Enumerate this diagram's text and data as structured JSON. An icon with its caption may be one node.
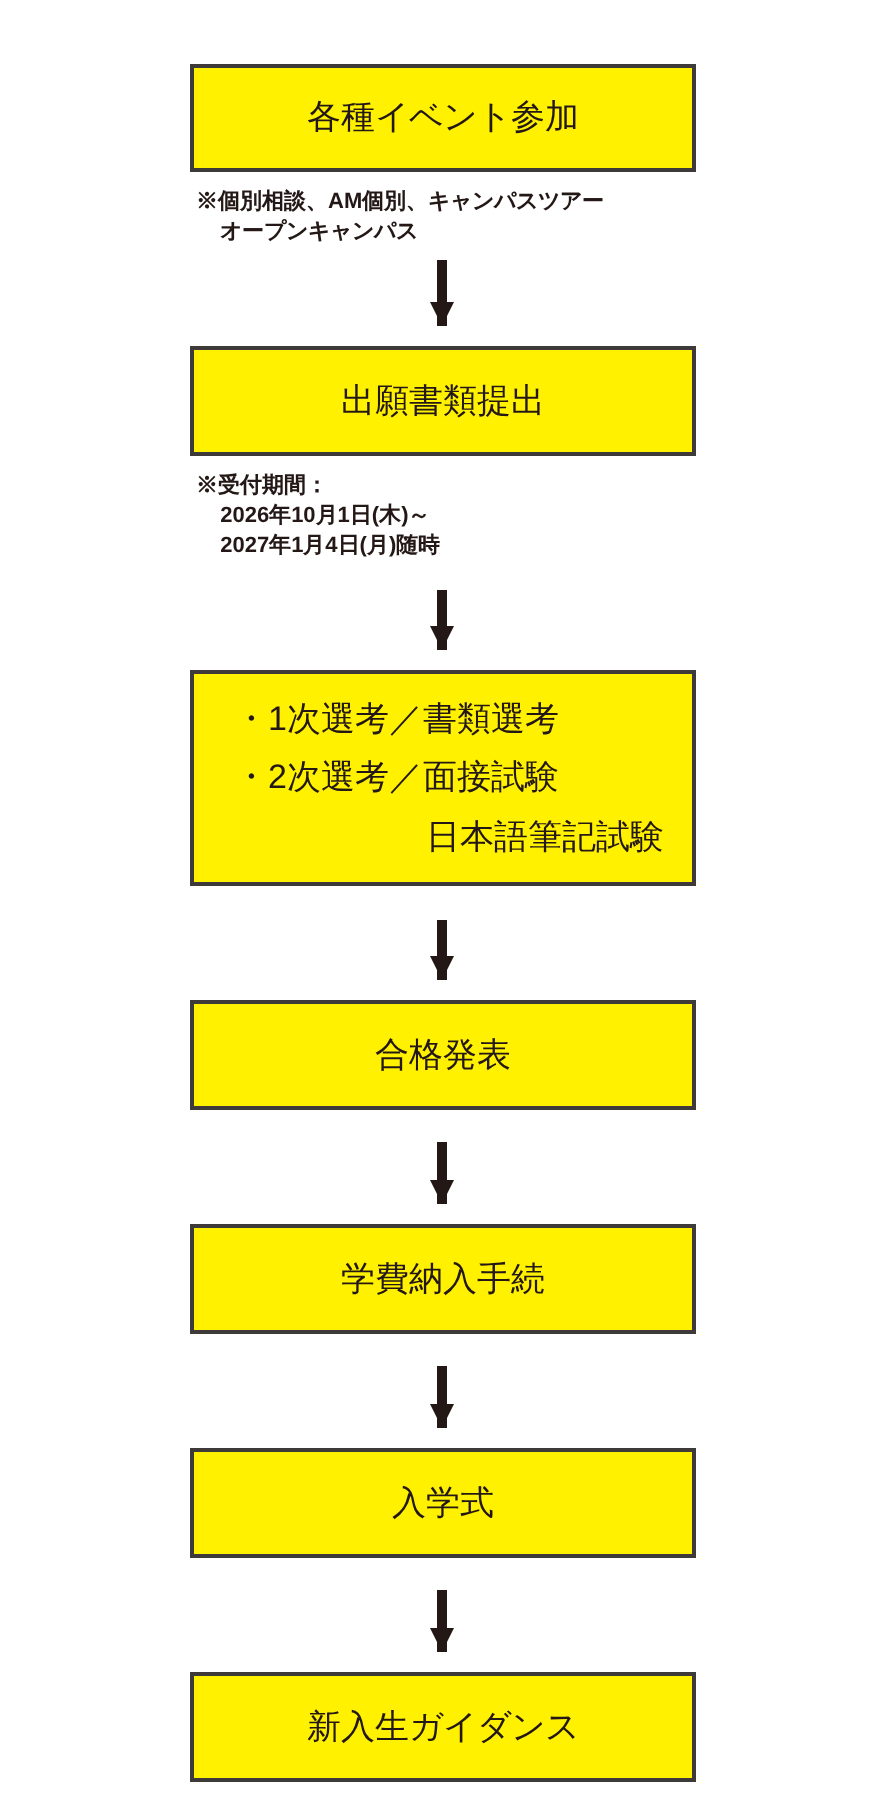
{
  "diagram": {
    "nodes": [
      {
        "text": [
          "各種イベント参加"
        ],
        "beside": [
          "※個別相談、AM個別、キャンパスツアーオープンキャンパス"
        ]
      },
      {
        "text": [
          "出願書類提出"
        ],
        "beside": [
          "※受付期間：",
          "2026年10月1日(木)～",
          "2027年1月4日(月)随時"
        ]
      },
      {
        "text": [
          "・1次選考／書類選考",
          "・2次選考／面接試験",
          "日本語筆記試験"
        ]
      },
      {
        "text": [
          "合格発表"
        ]
      },
      {
        "text": [
          "学費納入手続"
        ]
      },
      {
        "text": [
          "入学式"
        ]
      },
      {
        "text": [
          "新入生ガイダンス"
        ]
      }
    ],
    "edges": [
      {
        "from": 0,
        "to": 1,
        "arrow": "to"
      },
      {
        "from": 1,
        "to": 2,
        "arrow": "to"
      },
      {
        "from": 2,
        "to": 3,
        "arrow": "to"
      },
      {
        "from": 3,
        "to": 4,
        "arrow": "to"
      },
      {
        "from": 4,
        "to": 5,
        "arrow": "to"
      },
      {
        "from": 5,
        "to": 6,
        "arrow": "to"
      }
    ]
  }
}
